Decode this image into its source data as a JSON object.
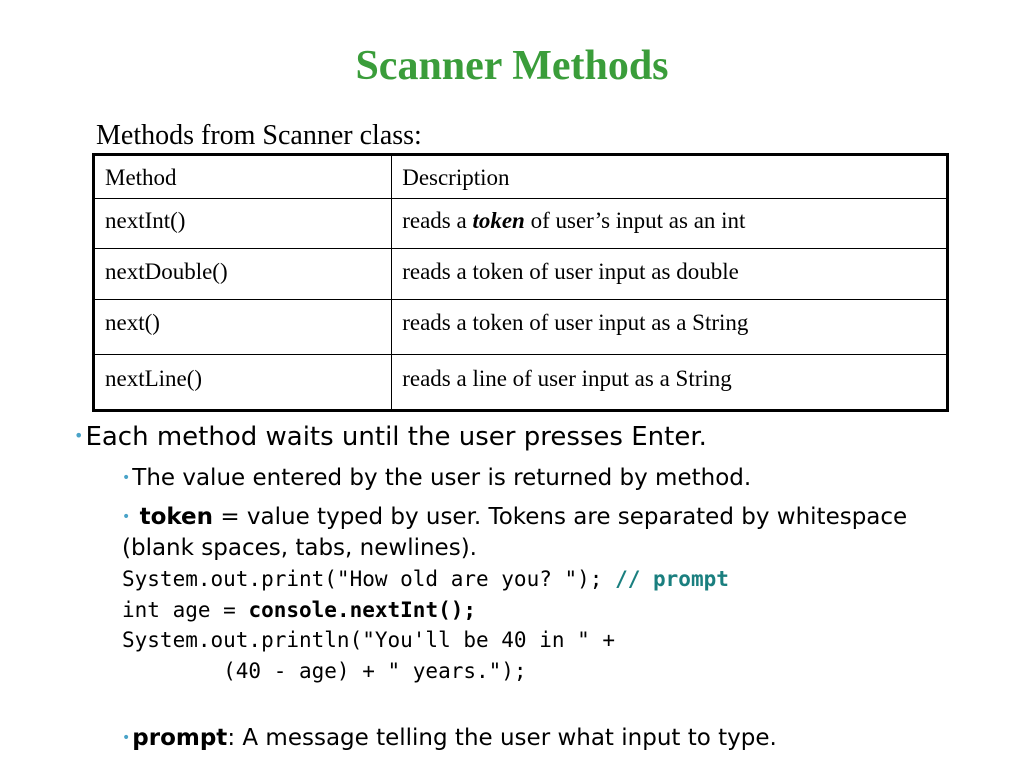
{
  "title": "Scanner Methods",
  "table_caption": "Methods from Scanner class:",
  "table": {
    "headers": [
      "Method",
      "Description"
    ],
    "rows": [
      {
        "method": "nextInt()",
        "desc_before": "reads a ",
        "desc_emph": "token",
        "desc_after": " of user’s input as an int"
      },
      {
        "method": "nextDouble()",
        "desc": "reads a token of user input as double"
      },
      {
        "method": "next()",
        "desc": "reads a token of user input as a String"
      },
      {
        "method": "nextLine()",
        "desc": "reads a line of user input as a String"
      }
    ]
  },
  "bullets": {
    "main": "Each method waits until the user presses Enter.",
    "sub1": "The value entered by the user is returned by method.",
    "sub2_bold": "token",
    "sub2_rest": " = value typed by user. Tokens are separated by whitespace (blank spaces, tabs, newlines).",
    "sub3_bold": "prompt",
    "sub3_rest": ": A message telling the user what input to type."
  },
  "code": {
    "line1_code": "System.out.print(\"How old are you? \"); ",
    "line1_comment": "// prompt",
    "line2_code": "int age = ",
    "line2_bold": "console.nextInt();",
    "line3": "System.out.println(\"You'll be 40 in \" +",
    "line4": "        (40 - age) + \" years.\");"
  },
  "colors": {
    "title": "#3a9d3a",
    "bullet": "#4aa3c8",
    "comment": "#1a7f7f"
  }
}
